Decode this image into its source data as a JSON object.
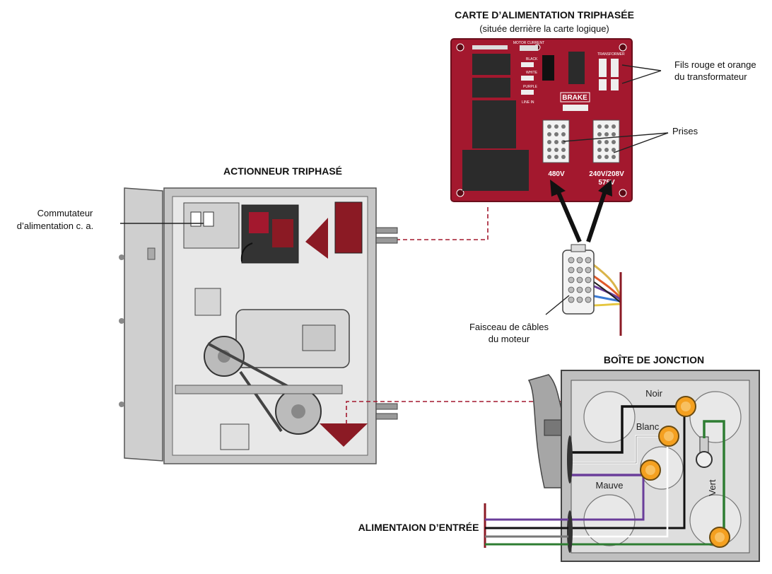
{
  "titles": {
    "board_title": "CARTE D’ALIMENTATION TRIPHASÉE",
    "board_subtitle": "(située derrière la carte logique)",
    "actuator_title": "ACTIONNEUR TRIPHASÉ",
    "junction_title": "BOÎTE DE JONCTION",
    "input_power": "ALIMENTAION D’ENTRÉE"
  },
  "callouts": {
    "ac_switch_line1": "Commutateur",
    "ac_switch_line2": "d’alimentation c. a.",
    "transformer_line1": "Fils rouge et orange",
    "transformer_line2": "du transformateur",
    "sockets": "Prises",
    "harness_line1": "Faisceau de câbles",
    "harness_line2": "du moteur"
  },
  "board_labels": {
    "brake": "BRAKE",
    "v480": "480V",
    "v240_208": "240V/208V",
    "v575": "575V",
    "transformer": "TRANSFORMER",
    "line_in": "LINE IN",
    "black": "BLACK",
    "white": "WHITE",
    "purple": "PURPLE",
    "motor_current": "MOTOR CURRENT"
  },
  "wires": {
    "black": "Noir",
    "white": "Blanc",
    "purple": "Mauve",
    "green": "Vert"
  },
  "colors": {
    "board_red": "#a3182e",
    "pointer_red": "#8b1a24",
    "connector_orange": "#f4a020",
    "wire_purple": "#6a3d9a",
    "wire_green": "#2e7d32",
    "enclosure_gray": "#c8c8c8",
    "dashed_red": "#a3182e"
  }
}
